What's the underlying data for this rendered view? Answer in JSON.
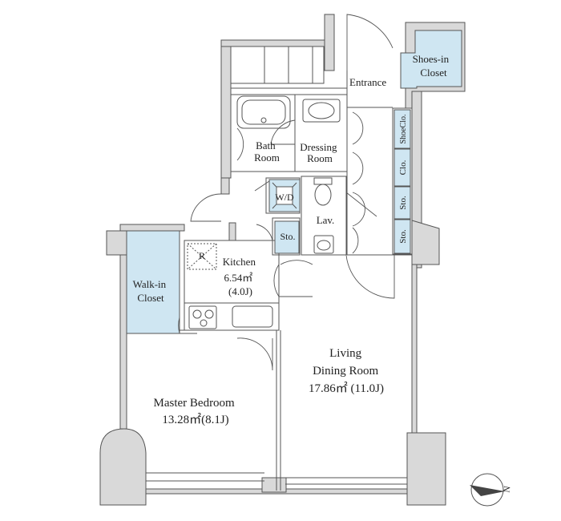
{
  "rooms": {
    "entrance": "Entrance",
    "shoes_in_closet": [
      "Shoes-in",
      "Closet"
    ],
    "shoe_clo": "ShoeClo.",
    "clo": "Clo.",
    "sto_right_1": "Sto.",
    "sto_right_2": "Sto.",
    "bath_room": [
      "Bath",
      "Room"
    ],
    "dressing_room": [
      "Dressing",
      "Room"
    ],
    "washer_dryer": "W/D",
    "lavatory": "Lav.",
    "sto_left": "Sto.",
    "refrigerator": "R",
    "kitchen": [
      "Kitchen",
      "6.54㎡",
      "(4.0J)"
    ],
    "walk_in_closet": [
      "Walk-in",
      "Closet"
    ],
    "master_bedroom": [
      "Master Bedroom",
      "13.28㎡(8.1J)"
    ],
    "living_dining": [
      "Living",
      "Dining Room",
      "17.86㎡ (11.0J)"
    ]
  },
  "compass": {
    "label": "N"
  },
  "colors": {
    "closet": "#cfe6f2",
    "wall": "#d9d9d9",
    "line": "#555555"
  }
}
